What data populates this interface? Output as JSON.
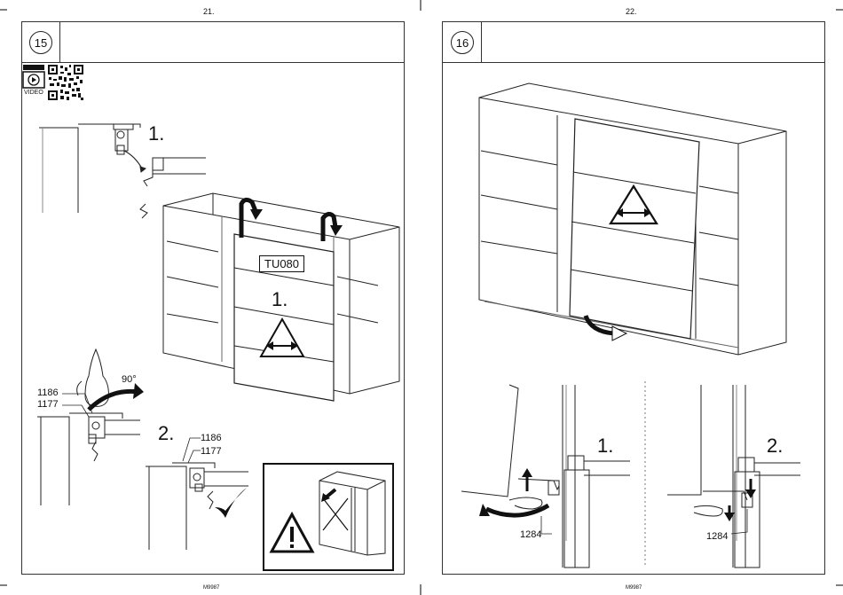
{
  "pages": [
    {
      "number": "21.",
      "step": "15",
      "video_label": "VIDEO",
      "sub_steps": [
        "1.",
        "2."
      ],
      "door_label": "TU080",
      "door_step": "1.",
      "angle": "90°",
      "parts_top": [
        "1186",
        "1177"
      ],
      "parts_bottom": [
        "1186",
        "1177"
      ],
      "footer": "M9987"
    },
    {
      "number": "22.",
      "step": "16",
      "sub_steps": [
        "1.",
        "2."
      ],
      "parts_left": "1284",
      "parts_right": "1284",
      "footer": "M9987"
    }
  ],
  "icons": [
    "video-play-icon",
    "qr-code-icon",
    "slide-warning-icon",
    "rotate-arrow-icon",
    "checkmark-icon",
    "warning-icon",
    "cross-icon"
  ]
}
